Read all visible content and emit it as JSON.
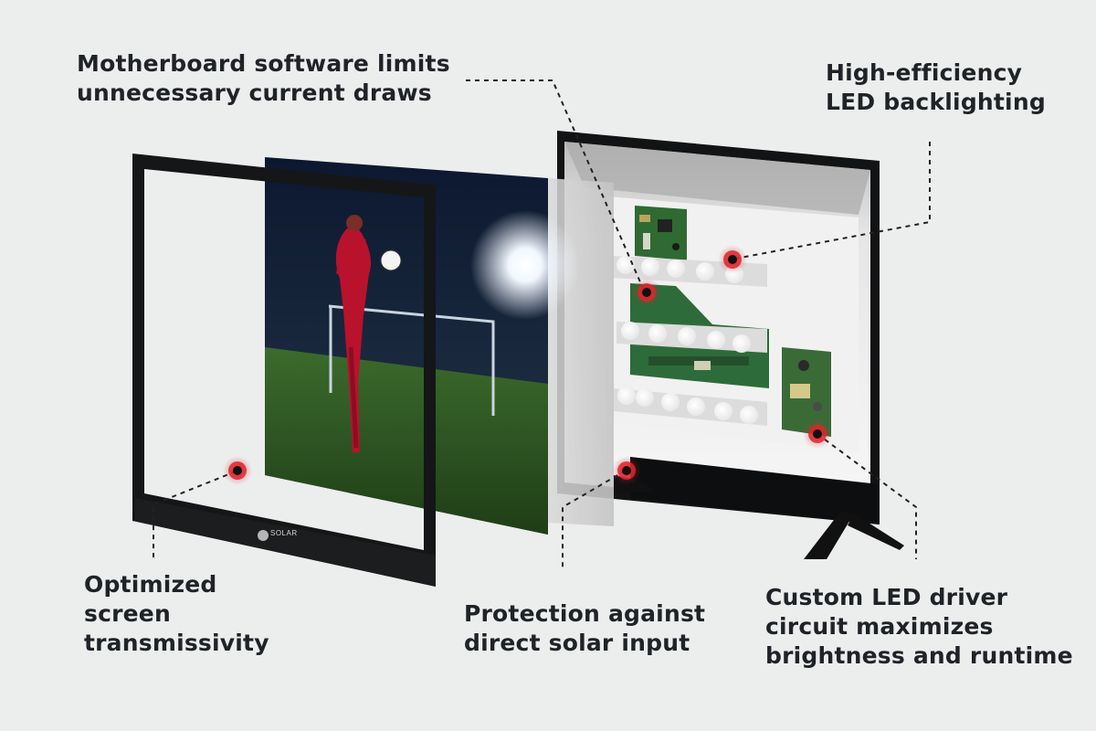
{
  "labels": {
    "motherboard": {
      "line1": "Motherboard software limits",
      "line2": "unnecessary current draws"
    },
    "led": {
      "line1": "High-efficiency",
      "line2": "LED backlighting"
    },
    "optimized": {
      "line1": "Optimized",
      "line2": "screen",
      "line3": "transmissivity"
    },
    "protection": {
      "line1": "Protection against",
      "line2": "direct solar input"
    },
    "driver": {
      "line1": "Custom LED driver",
      "line2": "circuit maximizes",
      "line3": "brightness and runtime"
    }
  },
  "brand": {
    "logo_text": "SOLAR"
  },
  "colors": {
    "background": "#eceded",
    "text": "#1f2327",
    "hotspot": "#e0232b",
    "bezel": "#151617"
  }
}
